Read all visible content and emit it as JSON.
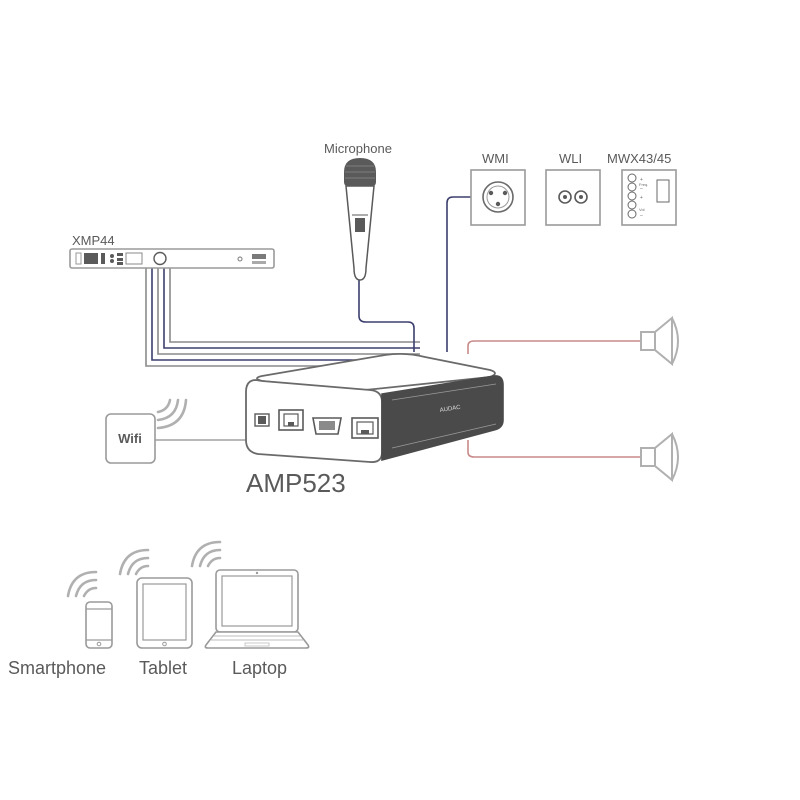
{
  "diagram": {
    "main_device": {
      "label": "AMP523",
      "brand": "AUDAC"
    },
    "processor": {
      "label": "XMP44"
    },
    "microphone": {
      "label": "Microphone"
    },
    "wall_panels": [
      {
        "label": "WMI"
      },
      {
        "label": "WLI"
      },
      {
        "label": "MWX43/45"
      }
    ],
    "mwx_panel_text": {
      "freq": "Freq.",
      "vol": "Vol"
    },
    "wifi": {
      "label": "Wifi"
    },
    "clients": [
      {
        "label": "Smartphone"
      },
      {
        "label": "Tablet"
      },
      {
        "label": "Laptop"
      }
    ]
  },
  "colors": {
    "device_outline": "#9a9a9a",
    "device_dark": "#4a4a4a",
    "cable_blue": "#3c3f6e",
    "cable_red": "#c98a8a",
    "cable_grey": "#a0a0a0",
    "label_text": "#5a5a5a"
  },
  "icons": [
    "wifi-signal-icon",
    "speaker-icon",
    "microphone-icon",
    "smartphone-icon",
    "tablet-icon",
    "laptop-icon"
  ]
}
